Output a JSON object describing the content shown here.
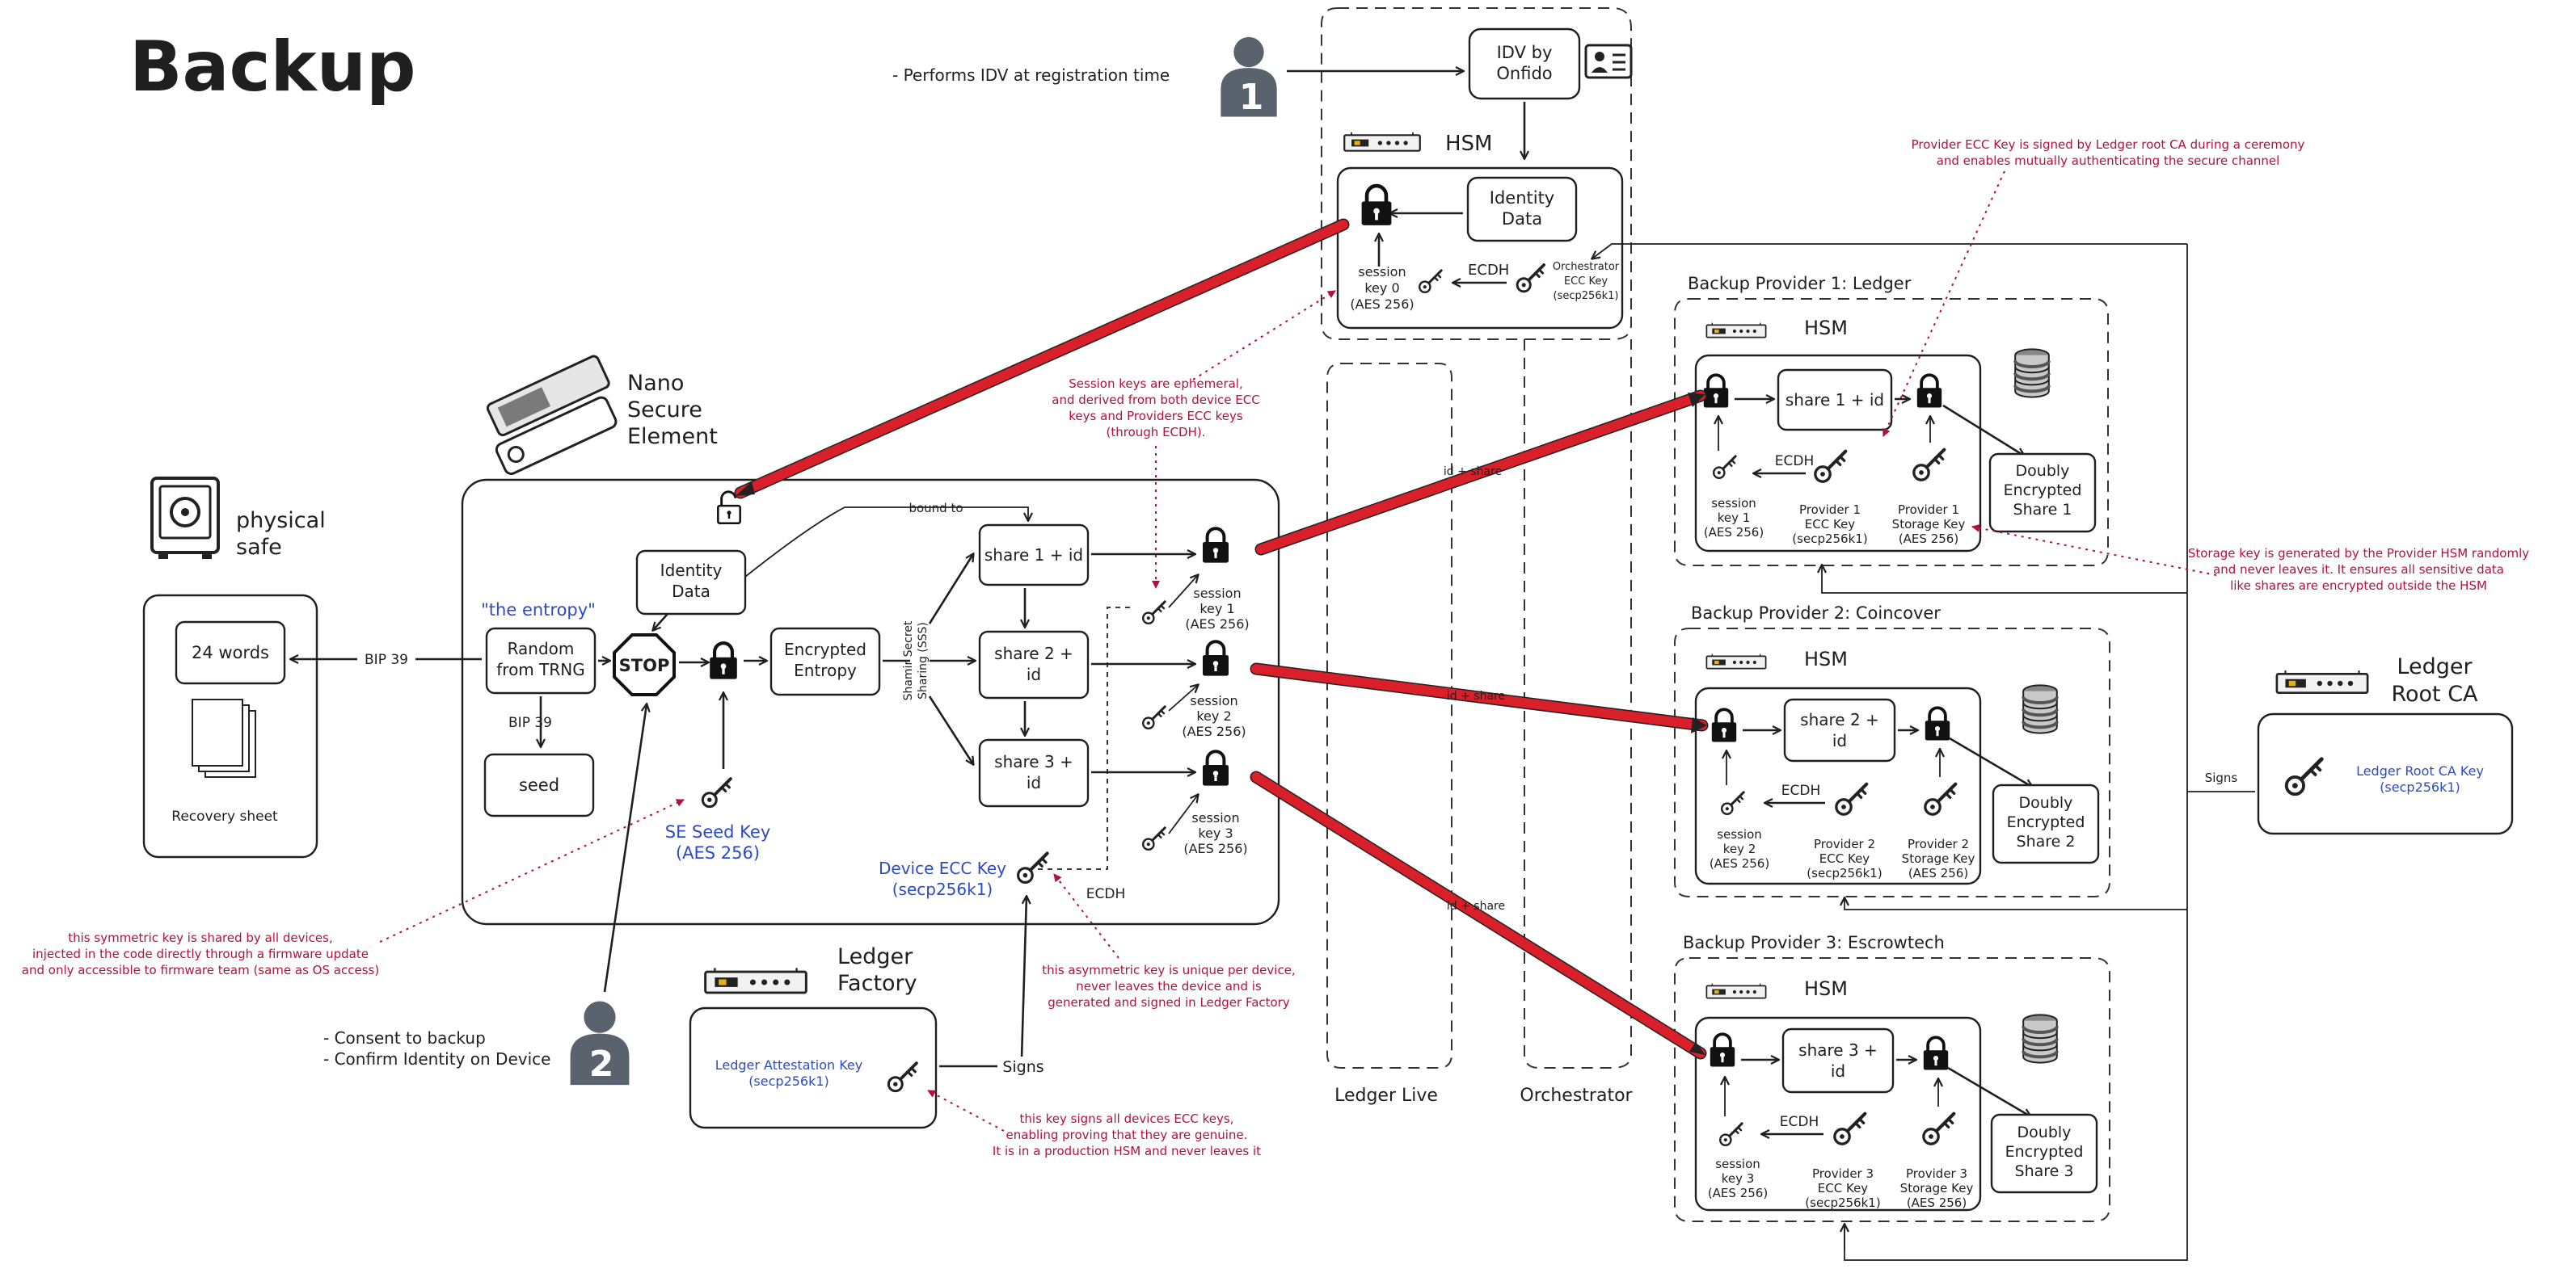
{
  "title": "Backup",
  "user1": {
    "number": "1",
    "note": "- Performs IDV at registration time"
  },
  "user2": {
    "number": "2",
    "note_1": "- Consent to backup",
    "note_2": "- Confirm Identity on Device"
  },
  "orchestrator_hsm": {
    "idv": [
      "IDV by",
      "Onfido"
    ],
    "hsm_label": "HSM",
    "identity_data": [
      "Identity",
      "Data"
    ],
    "ecdh": "ECDH",
    "session_key": [
      "session",
      "key 0",
      "(AES 256)"
    ],
    "orch_key": [
      "Orchestrator",
      "ECC Key",
      "(secp256k1)"
    ]
  },
  "nano": {
    "label": [
      "Nano",
      "Secure",
      "Element"
    ],
    "entropy_label": "\"the entropy\"",
    "random": [
      "Random",
      "from TRNG"
    ],
    "bip39_right": "BIP 39",
    "bip39_down": "BIP 39",
    "seed": "seed",
    "stop": "STOP",
    "identity_data": [
      "Identity",
      "Data"
    ],
    "bound_to": "bound to",
    "encrypted_entropy": [
      "Encrypted",
      "Entropy"
    ],
    "sss": [
      "Shamir Secret",
      "Sharing (SSS)"
    ],
    "share1": "share 1 + id",
    "share2": [
      "share 2 +",
      "id"
    ],
    "share3": [
      "share 3 +",
      "id"
    ],
    "sk1": [
      "session",
      "key 1",
      "(AES 256)"
    ],
    "sk2": [
      "session",
      "key 2",
      "(AES 256)"
    ],
    "sk3": [
      "session",
      "key 3",
      "(AES 256)"
    ],
    "se_seed_key": [
      "SE Seed Key",
      "(AES 256)"
    ],
    "device_ecc_key": [
      "Device ECC Key",
      "(secp256k1)"
    ],
    "ecdh": "ECDH"
  },
  "safe": {
    "label": [
      "physical",
      "safe"
    ],
    "words": "24 words",
    "recovery": "Recovery sheet"
  },
  "factory": {
    "label": [
      "Ledger",
      "Factory"
    ],
    "attestation_key": [
      "Ledger Attestation Key",
      "(secp256k1)"
    ],
    "signs": "Signs"
  },
  "columns": {
    "ledger_live": "Ledger Live",
    "orchestrator": "Orchestrator"
  },
  "share_labels": {
    "s1": "id + share",
    "s2": "id + share",
    "s3": "id + share"
  },
  "providers": [
    {
      "title": "Backup Provider 1: Ledger",
      "hsm": "HSM",
      "share": "share 1 + id",
      "ecdh": "ECDH",
      "sk": [
        "session",
        "key 1",
        "(AES 256)"
      ],
      "ecc": [
        "Provider 1",
        "ECC Key",
        "(secp256k1)"
      ],
      "storage": [
        "Provider 1",
        "Storage Key",
        "(AES 256)"
      ],
      "doubly": [
        "Doubly",
        "Encrypted",
        "Share 1"
      ]
    },
    {
      "title": "Backup Provider 2: Coincover",
      "hsm": "HSM",
      "share": "share 2 +|id",
      "ecdh": "ECDH",
      "sk": [
        "session",
        "key 2",
        "(AES 256)"
      ],
      "ecc": [
        "Provider 2",
        "ECC Key",
        "(secp256k1)"
      ],
      "storage": [
        "Provider 2",
        "Storage Key",
        "(AES 256)"
      ],
      "doubly": [
        "Doubly",
        "Encrypted",
        "Share 2"
      ]
    },
    {
      "title": "Backup Provider 3: Escrowtech",
      "hsm": "HSM",
      "share": "share 3 +|id",
      "ecdh": "ECDH",
      "sk": [
        "session",
        "key 3",
        "(AES 256)"
      ],
      "ecc": [
        "Provider 3",
        "ECC Key",
        "(secp256k1)"
      ],
      "storage": [
        "Provider 3",
        "Storage Key",
        "(AES 256)"
      ],
      "doubly": [
        "Doubly",
        "Encrypted",
        "Share 3"
      ]
    }
  ],
  "root_ca": {
    "label": [
      "Ledger",
      "Root CA"
    ],
    "key": [
      "Ledger Root CA Key",
      "(secp256k1)"
    ],
    "signs": "Signs"
  },
  "notes": {
    "provider_ecc": [
      "Provider ECC Key is signed by Ledger root CA during a ceremony",
      "and enables mutually authenticating the secure channel"
    ],
    "session_keys": [
      "Session keys are ephemeral,",
      "and derived from both device ECC",
      "keys and Providers ECC keys",
      "(through ECDH)."
    ],
    "storage_key": [
      "Storage key is generated by the Provider HSM randomly",
      "and never leaves it. It ensures all sensitive data",
      "like shares are encrypted outside the HSM"
    ],
    "symmetric": [
      "this symmetric key is shared by all devices,",
      "injected in the code directly through a firmware update",
      "and only accessible to firmware team (same as OS access)"
    ],
    "asymmetric": [
      "this asymmetric key is unique per device,",
      "never leaves the device and is",
      "generated and signed in Ledger Factory"
    ],
    "attestation": [
      "this key signs all devices ECC keys,",
      "enabling proving that they are genuine.",
      "It is in a production HSM and never leaves it"
    ]
  },
  "colors": {
    "red_note": "#b0133a",
    "blue_key": "#2b4cc4",
    "red_channel": "#d81f2a"
  },
  "icons": [
    "padlock-icon",
    "key-icon",
    "person-icon",
    "server-icon",
    "database-icon",
    "safe-icon",
    "id-card-icon",
    "paper-stack-icon",
    "hardware-wallet-icon",
    "stop-sign-icon"
  ]
}
